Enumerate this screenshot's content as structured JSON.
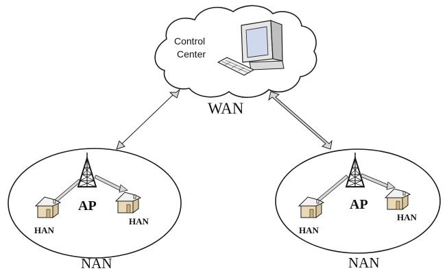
{
  "labels": {
    "control_center_line1": "Control",
    "control_center_line2": "Center",
    "wan": "WAN",
    "left_nan": "NAN",
    "right_nan": "NAN",
    "left_ap": "AP",
    "right_ap": "AP",
    "left_han_a": "HAN",
    "left_han_b": "HAN",
    "right_han_a": "HAN",
    "right_han_b": "HAN"
  },
  "icons": [
    "cloud-icon",
    "computer-icon",
    "keyboard-icon",
    "tower-icon",
    "house-icon",
    "double-arrow-icon"
  ],
  "colors": {
    "stroke": "#1a1a1a",
    "arrow_fill": "#d9d9d9",
    "house_roof": "#f2f2f2",
    "house_wall": "#e9d9b5",
    "monitor_screen": "#cfd8ec"
  }
}
